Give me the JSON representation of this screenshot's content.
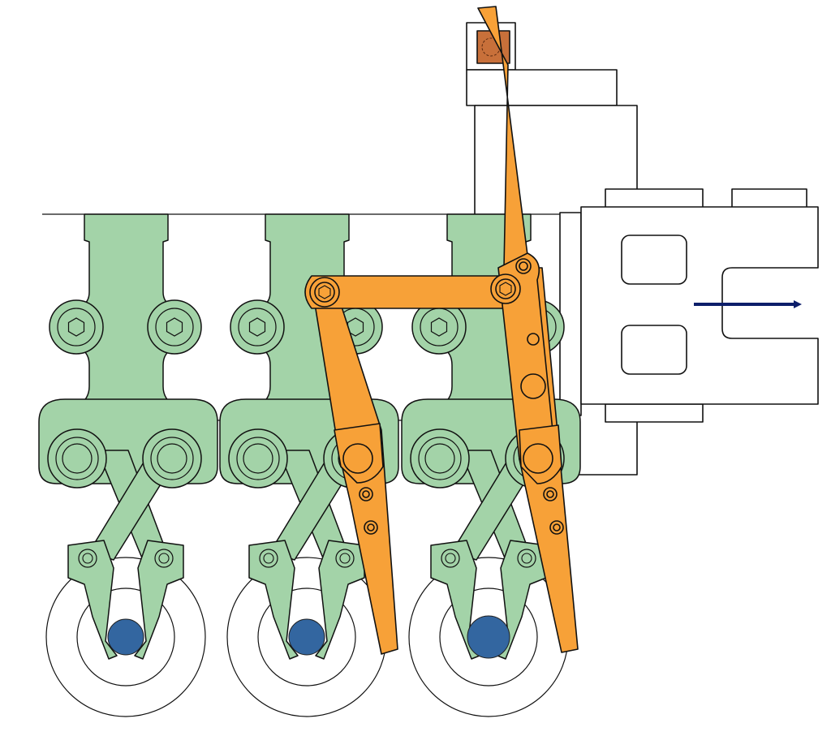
{
  "diagram": {
    "description_free": true,
    "colors": {
      "background": "#ffffff",
      "outline": "#111111",
      "green_parts": "#a3d3a8",
      "orange_linkage": "#f7a138",
      "blue_workpiece": "#3366a0",
      "slider_block": "#c8703a",
      "arrow": "#0c1e6a",
      "housing": "#ffffff"
    },
    "icons": [
      "right-arrow-icon",
      "hex-socket-bolt-icon"
    ],
    "units": [
      {
        "id": "gripper-unit-1",
        "workpiece": "blue-part"
      },
      {
        "id": "gripper-unit-2",
        "workpiece": "blue-part"
      },
      {
        "id": "gripper-unit-3",
        "workpiece": "blue-part"
      }
    ],
    "linkage": {
      "parts": [
        "long-lever",
        "upper-link",
        "left-lever"
      ]
    },
    "motion_arrow": {
      "direction": "right"
    }
  }
}
